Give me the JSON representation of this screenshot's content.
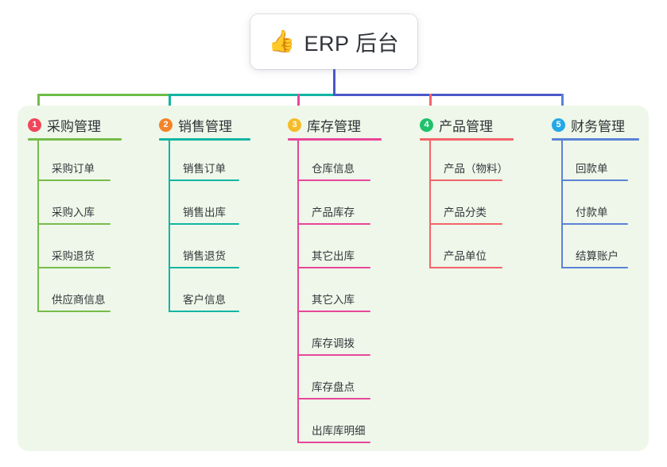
{
  "root": {
    "icon": "thumbs-up-icon",
    "icon_glyph": "👍",
    "title": "ERP 后台"
  },
  "theme": {
    "page_background": "#ffffff",
    "panel_background": "#eef7e9",
    "card_background": "#ffffff",
    "text_color": "#2f3338",
    "trunk_line_color": "#4a58c8"
  },
  "connectors": {
    "segments": [
      {
        "name": "trunk-green",
        "color": "#6cbe45"
      },
      {
        "name": "trunk-teal",
        "color": "#12b5a4"
      },
      {
        "name": "trunk-blue",
        "color": "#4a58c8"
      }
    ]
  },
  "columns": [
    {
      "number": "1",
      "title": "采购管理",
      "badge_color": "#f0465b",
      "line_color": "#76bc4a",
      "items": [
        "采购订单",
        "采购入库",
        "采购退货",
        "供应商信息"
      ]
    },
    {
      "number": "2",
      "title": "销售管理",
      "badge_color": "#f2842b",
      "line_color": "#12b5a4",
      "items": [
        "销售订单",
        "销售出库",
        "销售退货",
        "客户信息"
      ]
    },
    {
      "number": "3",
      "title": "库存管理",
      "badge_color": "#f6bb27",
      "line_color": "#e8469a",
      "items": [
        "仓库信息",
        "产品库存",
        "其它出库",
        "其它入库",
        "库存调拨",
        "库存盘点",
        "出库库明细"
      ]
    },
    {
      "number": "4",
      "title": "产品管理",
      "badge_color": "#1fc16b",
      "line_color": "#f4636b",
      "items": [
        "产品（物料）",
        "产品分类",
        "产品单位"
      ]
    },
    {
      "number": "5",
      "title": "财务管理",
      "badge_color": "#22a8e8",
      "line_color": "#5b82d6",
      "items": [
        "回款单",
        "付款单",
        "结算账户"
      ]
    }
  ]
}
